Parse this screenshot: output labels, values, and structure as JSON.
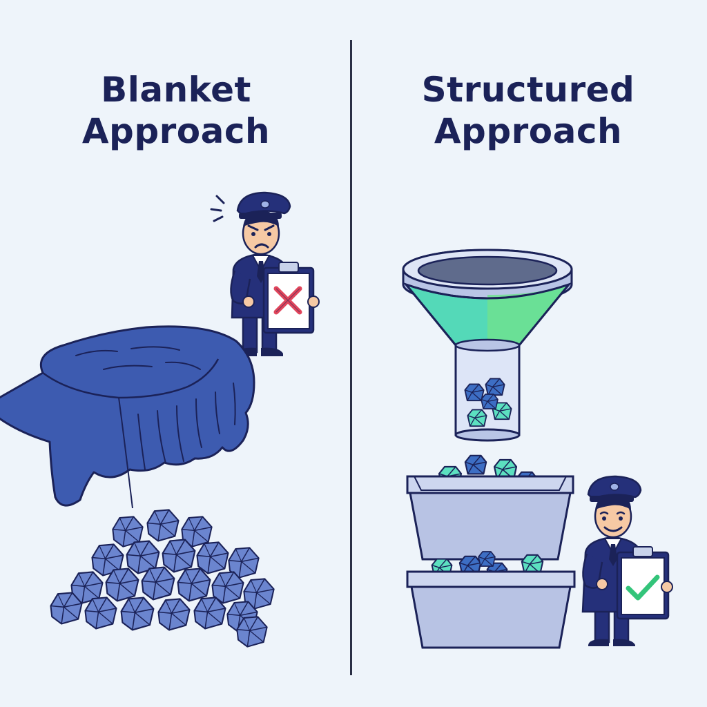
{
  "left_panel": {
    "title_line1": "Blanket",
    "title_line2": "Approach",
    "verdict_icon": "red-x-mark",
    "inspector_expression": "frowning",
    "colors": {
      "blanket": "#3d5bb0",
      "crystals": "#6b85cf",
      "mark": "#e0455b"
    }
  },
  "right_panel": {
    "title_line1": "Structured",
    "title_line2": "Approach",
    "verdict_icon": "green-check-mark",
    "inspector_expression": "smiling",
    "colors": {
      "funnel": "#54d9b8",
      "crystals": "#5ce0c0",
      "mark": "#33c47a"
    }
  },
  "theme": {
    "ink": "#1b2258",
    "background": "#eef4fa",
    "uniform": "#25307a"
  }
}
